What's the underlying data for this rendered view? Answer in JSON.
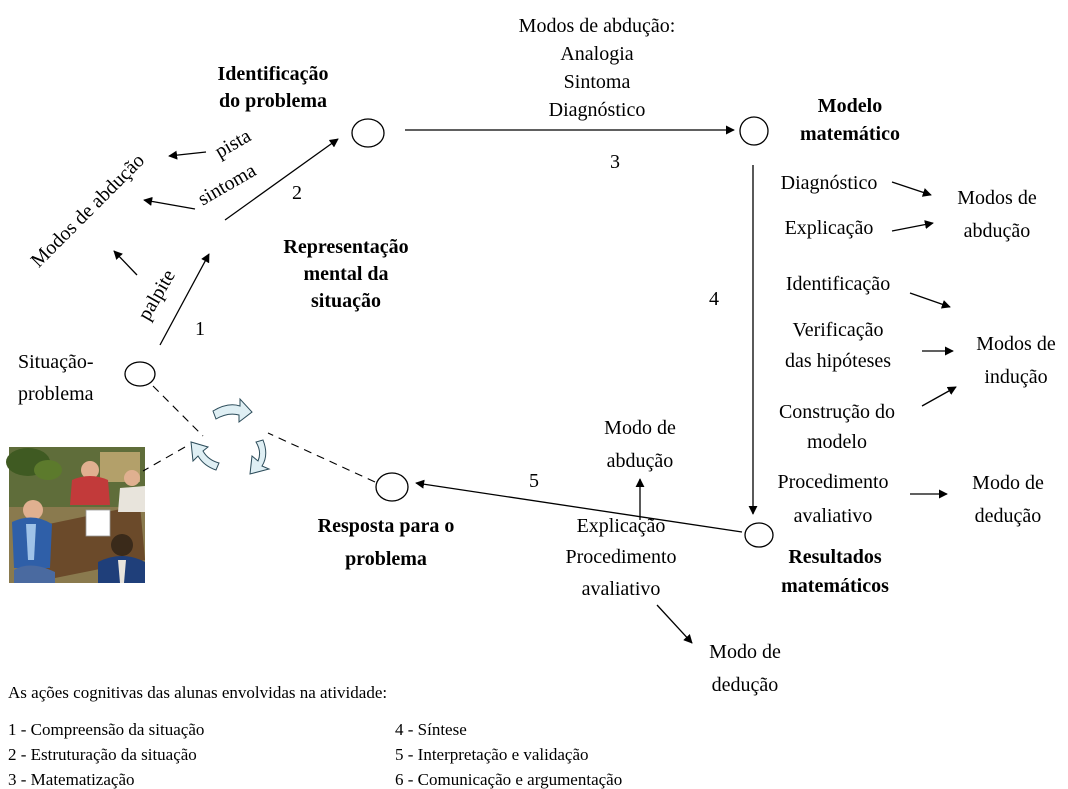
{
  "nodes": {
    "identificacao": [
      "Identificação",
      "do problema"
    ],
    "modelo": [
      "Modelo",
      "matemático"
    ],
    "representacao": [
      "Representação",
      "mental da",
      "situação"
    ],
    "situacao": [
      "Situação-",
      "problema"
    ],
    "resposta": [
      "Resposta para o",
      "problema"
    ],
    "resultados": [
      "Resultados",
      "matemáticos"
    ]
  },
  "top_modes": [
    "Modos de abdução:",
    "Analogia",
    "Sintoma",
    "Diagnóstico"
  ],
  "step_numbers": {
    "s1": "1",
    "s2": "2",
    "s3": "3",
    "s4": "4",
    "s5": "5"
  },
  "left_labels": {
    "modos_abducao": "Modos de abdução",
    "pista": "pista",
    "sintoma": "sintoma",
    "palpite": "palpite"
  },
  "right_labels": {
    "diagnostico": "Diagnóstico",
    "explicacao": "Explicação",
    "modos_de_abducao": [
      "Modos de",
      "abdução"
    ],
    "identificacao": "Identificação",
    "verificacao": [
      "Verificação",
      "das hipóteses"
    ],
    "construcao": [
      "Construção do",
      "modelo"
    ],
    "modos_de_inducao": [
      "Modos de",
      "indução"
    ],
    "procedimento": [
      "Procedimento",
      "avaliativo"
    ],
    "modo_de_deducao": [
      "Modo de",
      "dedução"
    ]
  },
  "bottom_labels": {
    "modo_de_abducao": [
      "Modo de",
      "abdução"
    ],
    "explicacao_proc": [
      "Explicação",
      "Procedimento",
      "avaliativo"
    ],
    "modo_de_deducao": [
      "Modo de",
      "dedução"
    ]
  },
  "legend": {
    "title": "As ações cognitivas das alunas envolvidas na atividade:",
    "left": [
      "1 - Compreensão da situação",
      "2 - Estruturação da situação",
      "3 - Matematização"
    ],
    "right": [
      "4 - Síntese",
      "5 - Interpretação e validação",
      "6 - Comunicação e argumentação"
    ]
  }
}
